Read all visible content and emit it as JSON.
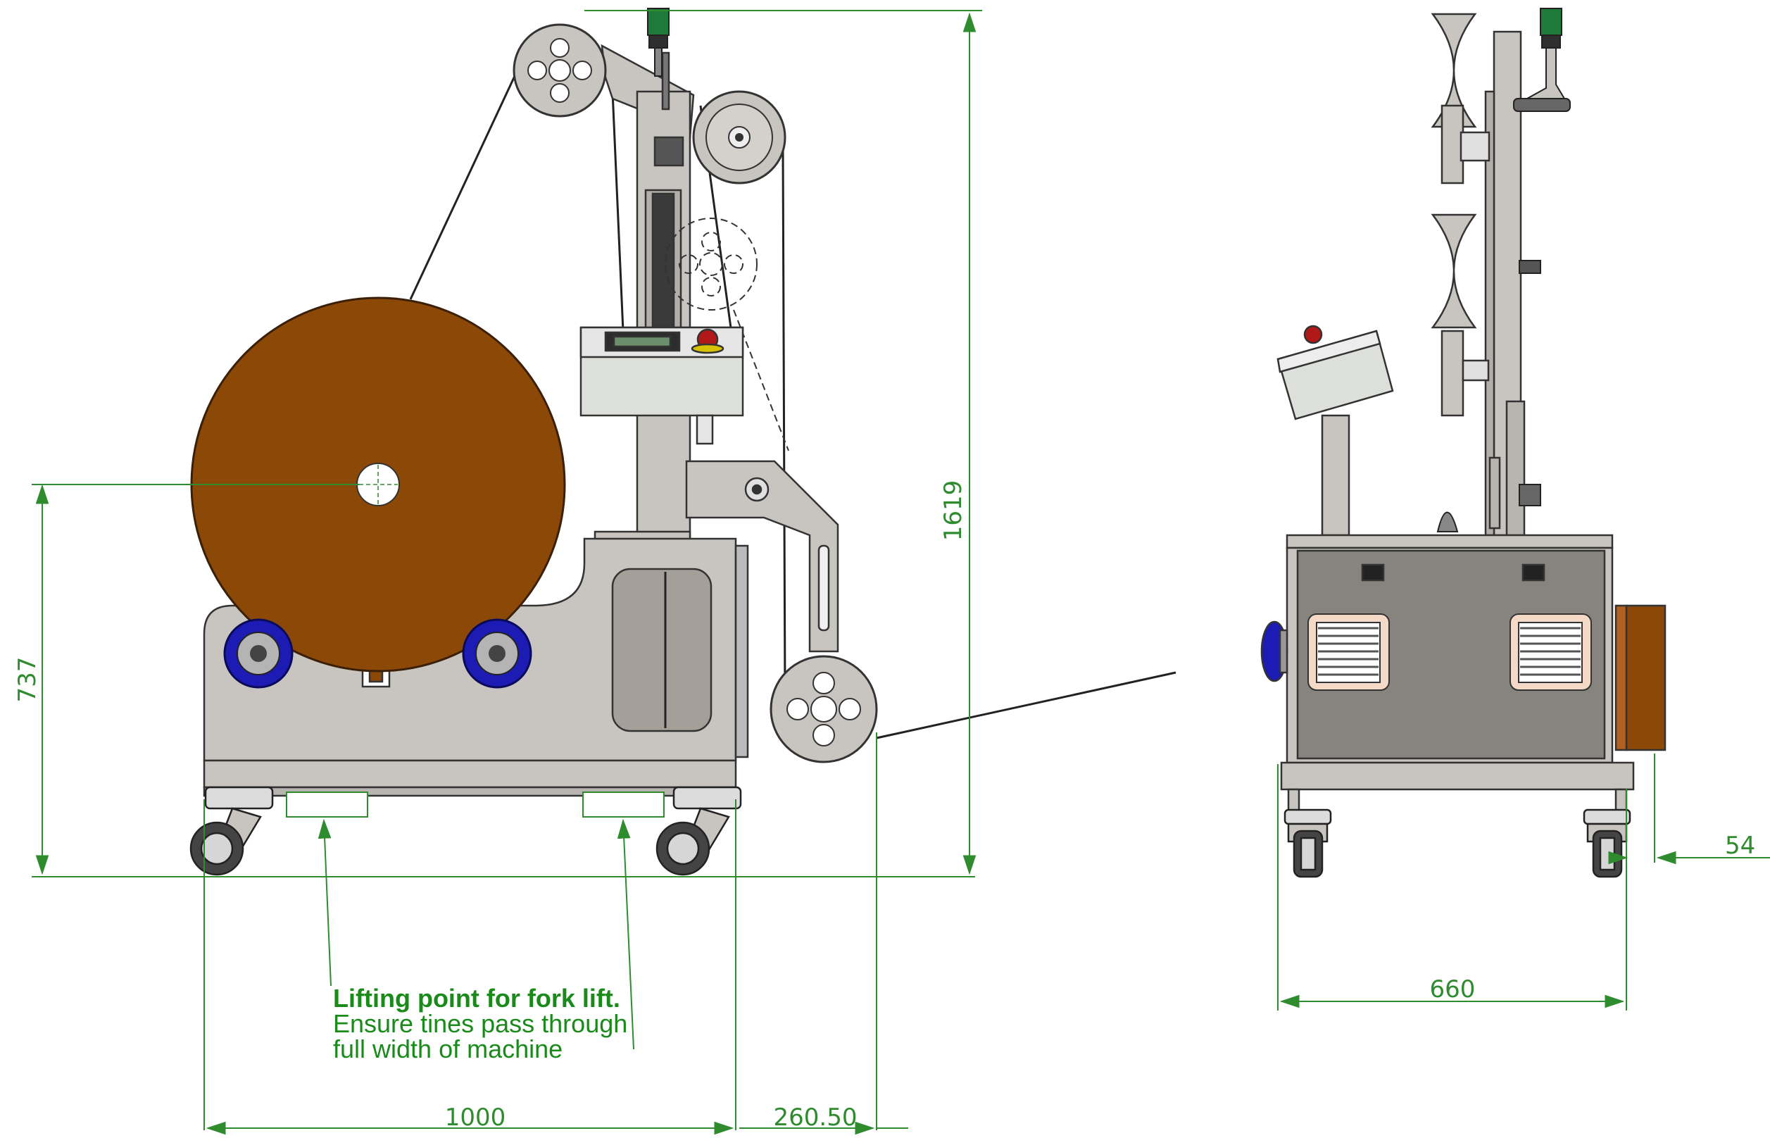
{
  "dimensions": {
    "overall_height": "1619",
    "reel_center_height": "737",
    "base_width": "1000",
    "roller_overhang": "260.50",
    "side_width": "660",
    "side_offset": "54"
  },
  "note": {
    "line1": "Lifting point for fork lift.",
    "line2": "Ensure tines pass through",
    "line3": "full width of machine"
  },
  "colors": {
    "reel": "#8b4807",
    "frame": "#c8c4c0",
    "panel": "#87837f",
    "motor": "#1c1cb4",
    "dimension": "#2e8b2e",
    "signal_green": "#1f7a3a"
  }
}
